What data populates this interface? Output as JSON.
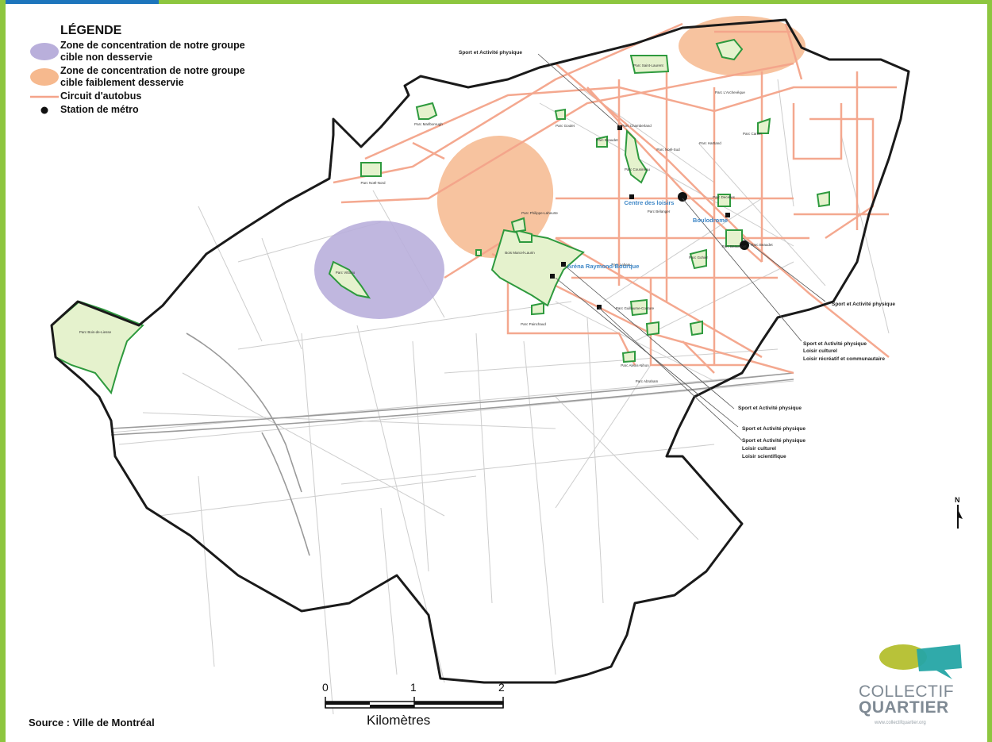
{
  "colors": {
    "frame_green": "#8dc63f",
    "frame_blue": "#1d75bc",
    "zone_purple": "#b9afdb",
    "zone_orange": "#f6b98e",
    "bus_route": "#f4a48a",
    "park_fill": "#e5f2cd",
    "park_stroke": "#2e9a3e",
    "boundary": "#1a1a1a",
    "facility_blue": "#3d86c6"
  },
  "legend": {
    "title": "LÉGENDE",
    "items": [
      {
        "key": "zone-non-desservie",
        "label": "Zone de concentration de notre groupe cible non desservie"
      },
      {
        "key": "zone-faiblement-desservie",
        "label": "Zone de concentration de notre groupe cible faiblement desservie"
      },
      {
        "key": "bus",
        "label": "Circuit d'autobus"
      },
      {
        "key": "metro",
        "label": "Station de métro"
      }
    ]
  },
  "source": "Source : Ville de Montréal",
  "scale": {
    "ticks": [
      "0",
      "1",
      "2"
    ],
    "unit": "Kilomètres"
  },
  "north": "N",
  "logo": {
    "line1": "COLLECTIF",
    "line2": "QUARTIER",
    "url": "www.collectifquartier.org"
  },
  "facilities": [
    "Centre des loisirs",
    "Boulodrome",
    "Aréna Raymond-Bourque"
  ],
  "parks": [
    "Parc Saint-Laurent",
    "Parc L'Archevêque",
    "Parc Marlborough",
    "Parc Goulet",
    "Parc Chamberland",
    "Parc Noël-Nord",
    "Parc Cartier",
    "Parc Beaudet",
    "Parc Hartland",
    "Parc Decelles",
    "Parc Gohier",
    "Parc Beaumont",
    "Parc Bélanger",
    "Parc Noël-Sud",
    "Parc Philippe-Laheurte",
    "Bois Marcel-Laurin",
    "Parc Guillaume-Couture",
    "Parc Beaudet",
    "Parc Cousineau",
    "Parc Lebeau",
    "Parc Painchaud",
    "Parc Vittorio",
    "Parc Bois-de-Liesse",
    "Parc Alexis-Nihon",
    "Parc Abraham"
  ],
  "labels": {
    "sport": "Sport et Activité physique",
    "culture": "Loisir culturel",
    "recreatif": "Loisir récréatif et communautaire",
    "scientifique": "Loisir scientifique"
  }
}
